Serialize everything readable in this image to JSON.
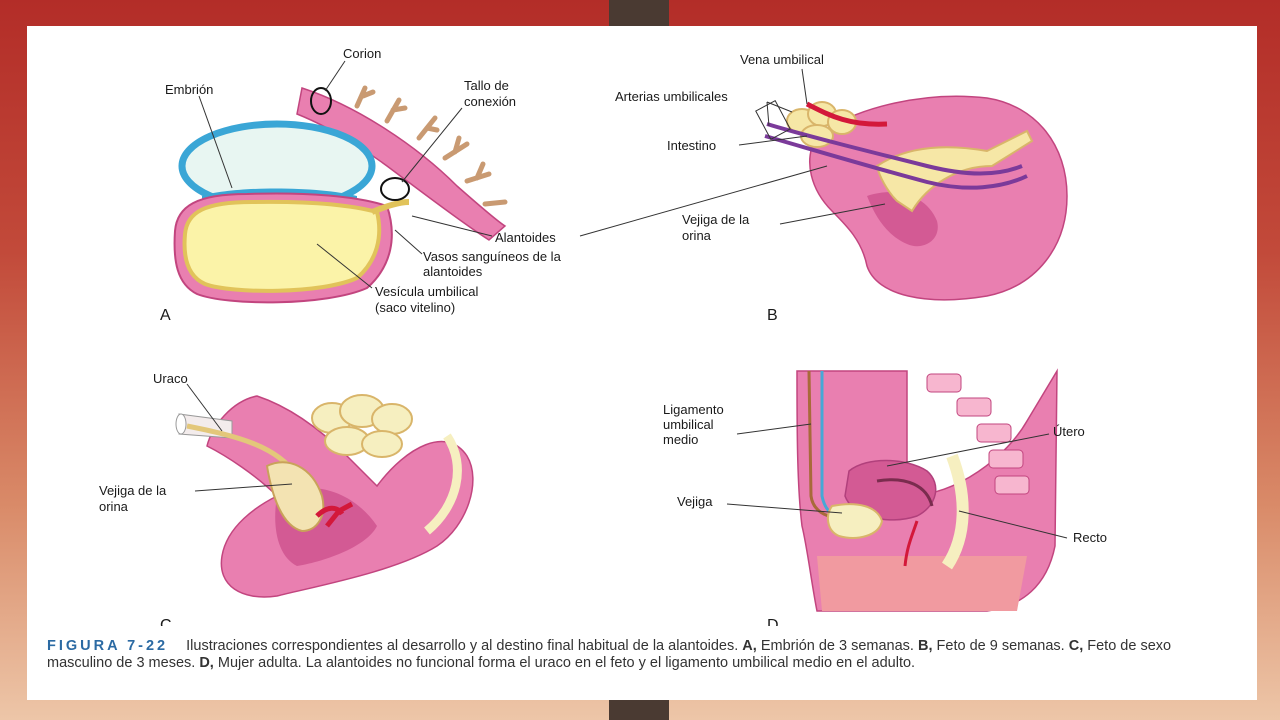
{
  "figure": {
    "panel_labels": {
      "a": "A",
      "b": "B",
      "c": "C",
      "d": "D"
    },
    "panel_a": {
      "corion": "Corion",
      "embrion": "Embrión",
      "tallo_1": "Tallo de",
      "tallo_2": "conexión",
      "alantoides": "Alantoides",
      "vasos_1": "Vasos sanguíneos de la",
      "vasos_2": "alantoides",
      "vesicula_1": "Vesícula umbilical",
      "vesicula_2": "(saco vitelino)"
    },
    "panel_b": {
      "vena": "Vena umbilical",
      "arterias": "Arterias umbilicales",
      "intestino": "Intestino",
      "vejiga_1": "Vejiga de la",
      "vejiga_2": "orina"
    },
    "panel_c": {
      "uraco": "Uraco",
      "vejiga_1": "Vejiga de la",
      "vejiga_2": "orina"
    },
    "panel_d": {
      "ligamento_1": "Ligamento",
      "ligamento_2": "umbilical",
      "ligamento_3": "medio",
      "utero": "Útero",
      "vejiga": "Vejiga",
      "recto": "Recto"
    }
  },
  "caption": {
    "figure_label": "FIGURA 7-22",
    "text_1": "Ilustraciones correspondientes al desarrollo y al destino final habitual de la alantoides.",
    "a_label": "A,",
    "a_text": "Embrión de 3 semanas.",
    "b_label": "B,",
    "b_text": "Feto de 9 semanas.",
    "c_label": "C,",
    "c_text": "Feto de sexo masculino de 3 meses.",
    "d_label": "D,",
    "d_text": "Mujer adulta. La alantoides no funcional forma el uraco en el feto y el ligamento umbilical medio en el adulto."
  }
}
